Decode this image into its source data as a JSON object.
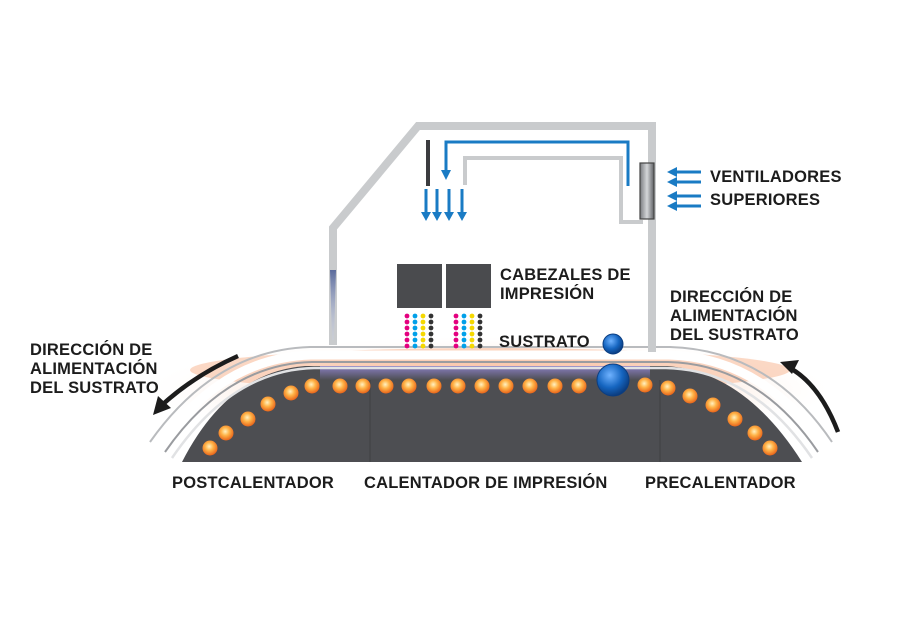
{
  "labels": {
    "fans": [
      "VENTILADORES",
      "SUPERIORES"
    ],
    "printheads": [
      "CABEZALES DE",
      "IMPRESIÓN"
    ],
    "substrate": "SUSTRATO",
    "feed_left": [
      "DIRECCIÓN DE",
      "ALIMENTACIÓN",
      "DEL SUSTRATO"
    ],
    "feed_right": [
      "DIRECCIÓN DE",
      "ALIMENTACIÓN",
      "DEL SUSTRATO"
    ],
    "postheater": "POSTCALENTADOR",
    "print_heater": "CALENTADOR DE IMPRESIÓN",
    "preheater": "PRECALENTADOR"
  },
  "colors": {
    "airflow": "#1a7bc4",
    "duct": "#c9cbcd",
    "heater_body": "#4d4e52",
    "heater_element": "#f07a1e",
    "glow": "#f6b48e",
    "printhead": "#4a4b4e",
    "roller": "#1565c0",
    "ink": [
      "#e4007f",
      "#00a0e9",
      "#f5d800",
      "#333333"
    ],
    "label_text": "#1c1c1c"
  }
}
